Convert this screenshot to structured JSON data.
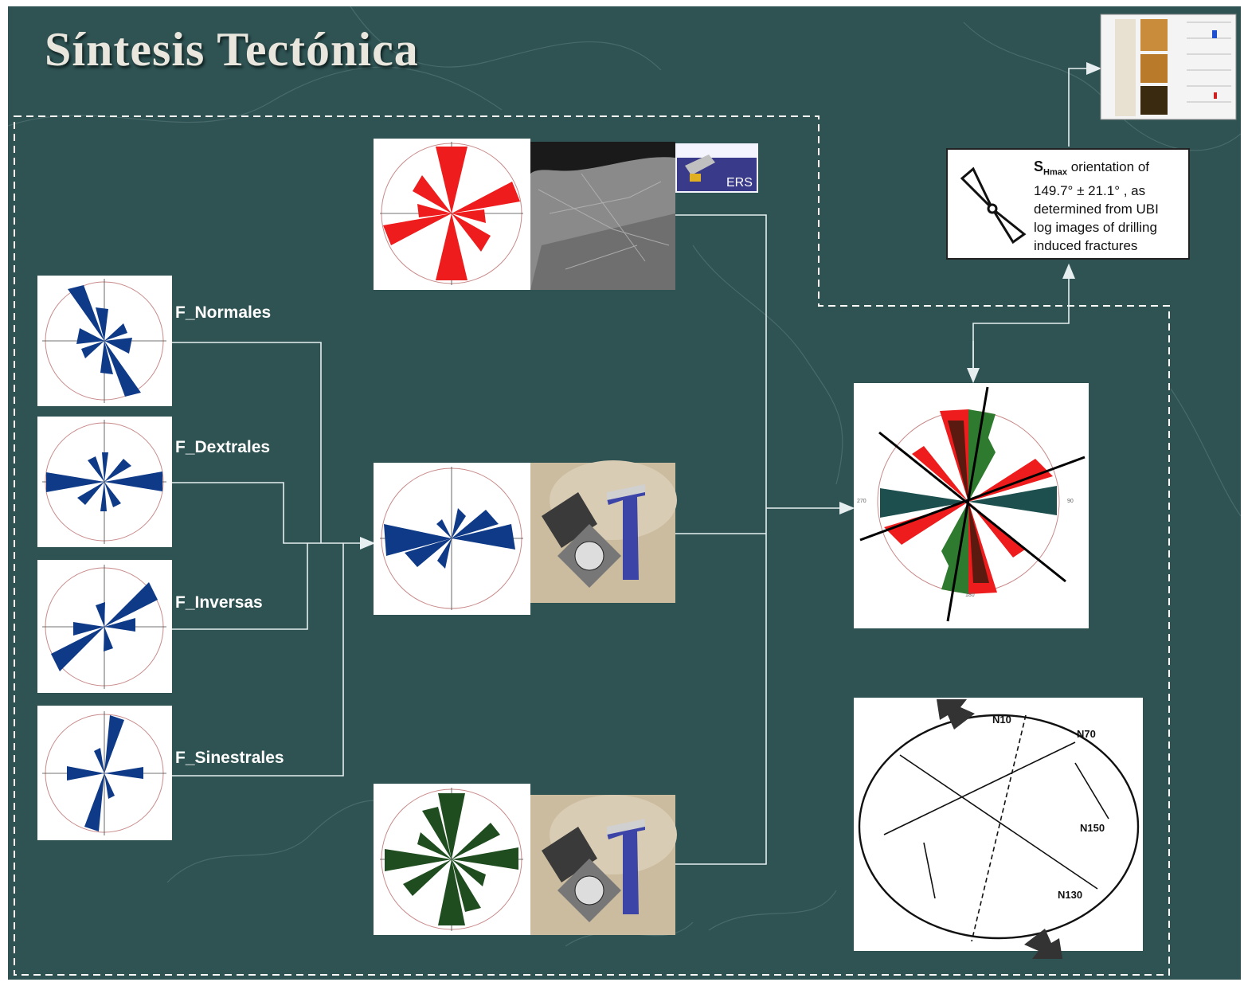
{
  "title": "Síntesis Tectónica",
  "fault_labels": {
    "normales": "F_Normales",
    "dextrales": "F_Dextrales",
    "inversas": "F_Inversas",
    "sinestrales": "F_Sinestrales"
  },
  "satellite_label": "ERS",
  "shmax": {
    "symbol": "S",
    "subscript": "Hmax",
    "line1": " orientation of",
    "line2": "149.7° ± 21.1° , as",
    "line3": "determined from UBI",
    "line4": "log images of drilling",
    "line5": "induced fractures"
  },
  "combined_rose": {
    "label_w": "270",
    "label_e": "90",
    "label_s": "180"
  },
  "stereonet": {
    "labels": [
      "N10",
      "N70",
      "N150",
      "N130"
    ]
  },
  "colors": {
    "background": "#2f5252",
    "rose_blue": "#0f3a87",
    "rose_red": "#ee1c1c",
    "rose_green": "#1f4d1f",
    "connector": "#e6eef0"
  }
}
